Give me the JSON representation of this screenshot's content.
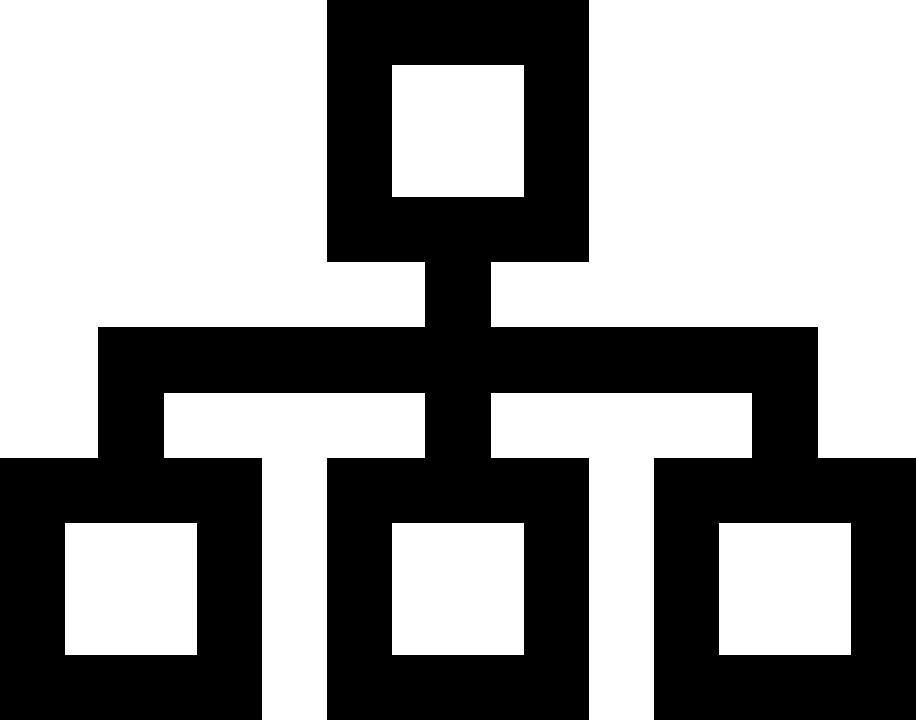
{
  "diagram": {
    "type": "hierarchy",
    "icon": "sitemap-icon",
    "colors": {
      "stroke": "#000000",
      "fill": "#ffffff",
      "background": "#ffffff"
    },
    "nodes": [
      {
        "id": "root",
        "level": 0
      },
      {
        "id": "child-left",
        "level": 1
      },
      {
        "id": "child-middle",
        "level": 1
      },
      {
        "id": "child-right",
        "level": 1
      }
    ],
    "edges": [
      {
        "from": "root",
        "to": "child-left"
      },
      {
        "from": "root",
        "to": "child-middle"
      },
      {
        "from": "root",
        "to": "child-right"
      }
    ]
  }
}
